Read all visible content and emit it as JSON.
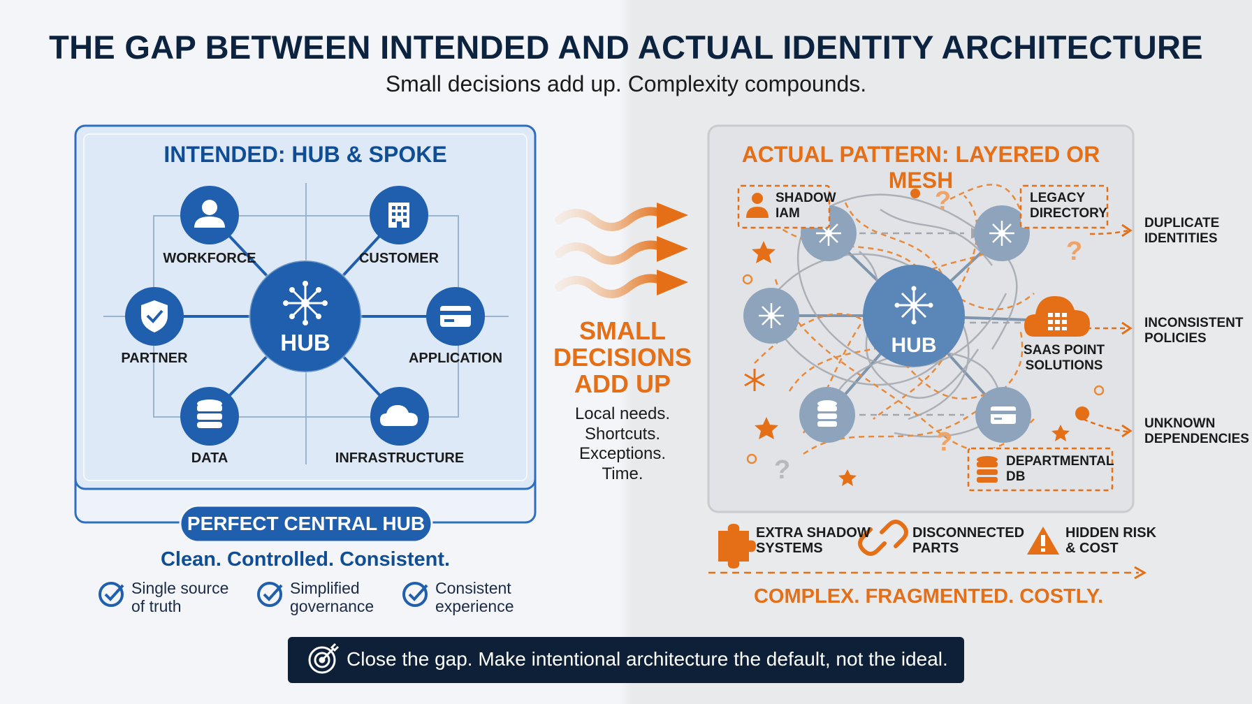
{
  "header": {
    "title": "THE GAP BETWEEN INTENDED AND ACTUAL IDENTITY ARCHITECTURE",
    "subtitle": "Small decisions add up. Complexity compounds."
  },
  "intended": {
    "heading": "INTENDED: HUB & SPOKE",
    "hub_label": "HUB",
    "nodes": {
      "workforce": "WORKFORCE",
      "customer": "CUSTOMER",
      "partner": "PARTNER",
      "application": "APPLICATION",
      "data": "DATA",
      "infrastructure": "INFRASTRUCTURE"
    },
    "banner": "PERFECT CENTRAL HUB",
    "tagline": "Clean. Controlled. Consistent.",
    "benefits": [
      {
        "line1": "Single source",
        "line2": "of truth"
      },
      {
        "line1": "Simplified",
        "line2": "governance"
      },
      {
        "line1": "Consistent",
        "line2": "experience"
      }
    ]
  },
  "middle": {
    "heading_lines": [
      "SMALL",
      "DECISIONS",
      "ADD UP"
    ],
    "causes": [
      "Local needs.",
      "Shortcuts.",
      "Exceptions.",
      "Time."
    ]
  },
  "actual": {
    "heading": "ACTUAL PATTERN: LAYERED OR MESH",
    "hub_label": "HUB",
    "shadow_iam": {
      "line1": "SHADOW",
      "line2": "IAM"
    },
    "legacy_directory": {
      "line1": "LEGACY",
      "line2": "DIRECTORY"
    },
    "saas": {
      "line1": "SAAS POINT",
      "line2": "SOLUTIONS"
    },
    "departmental_db": {
      "line1": "DEPARTMENTAL",
      "line2": "DB"
    },
    "outcomes": [
      {
        "line1": "DUPLICATE",
        "line2": "IDENTITIES"
      },
      {
        "line1": "INCONSISTENT",
        "line2": "POLICIES"
      },
      {
        "line1": "UNKNOWN",
        "line2": "DEPENDENCIES"
      }
    ],
    "issues": [
      {
        "line1": "EXTRA SHADOW",
        "line2": "SYSTEMS"
      },
      {
        "line1": "DISCONNECTED",
        "line2": "PARTS"
      },
      {
        "line1": "HIDDEN RISK",
        "line2": "& COST"
      }
    ],
    "verdict": "COMPLEX. FRAGMENTED. COSTLY."
  },
  "footer": {
    "message": "Close the gap. Make intentional architecture the default, not the ideal."
  },
  "colors": {
    "navy": "#0c2340",
    "blue": "#1f5fae",
    "orange": "#e46f17",
    "slate": "#6f8aa6"
  }
}
